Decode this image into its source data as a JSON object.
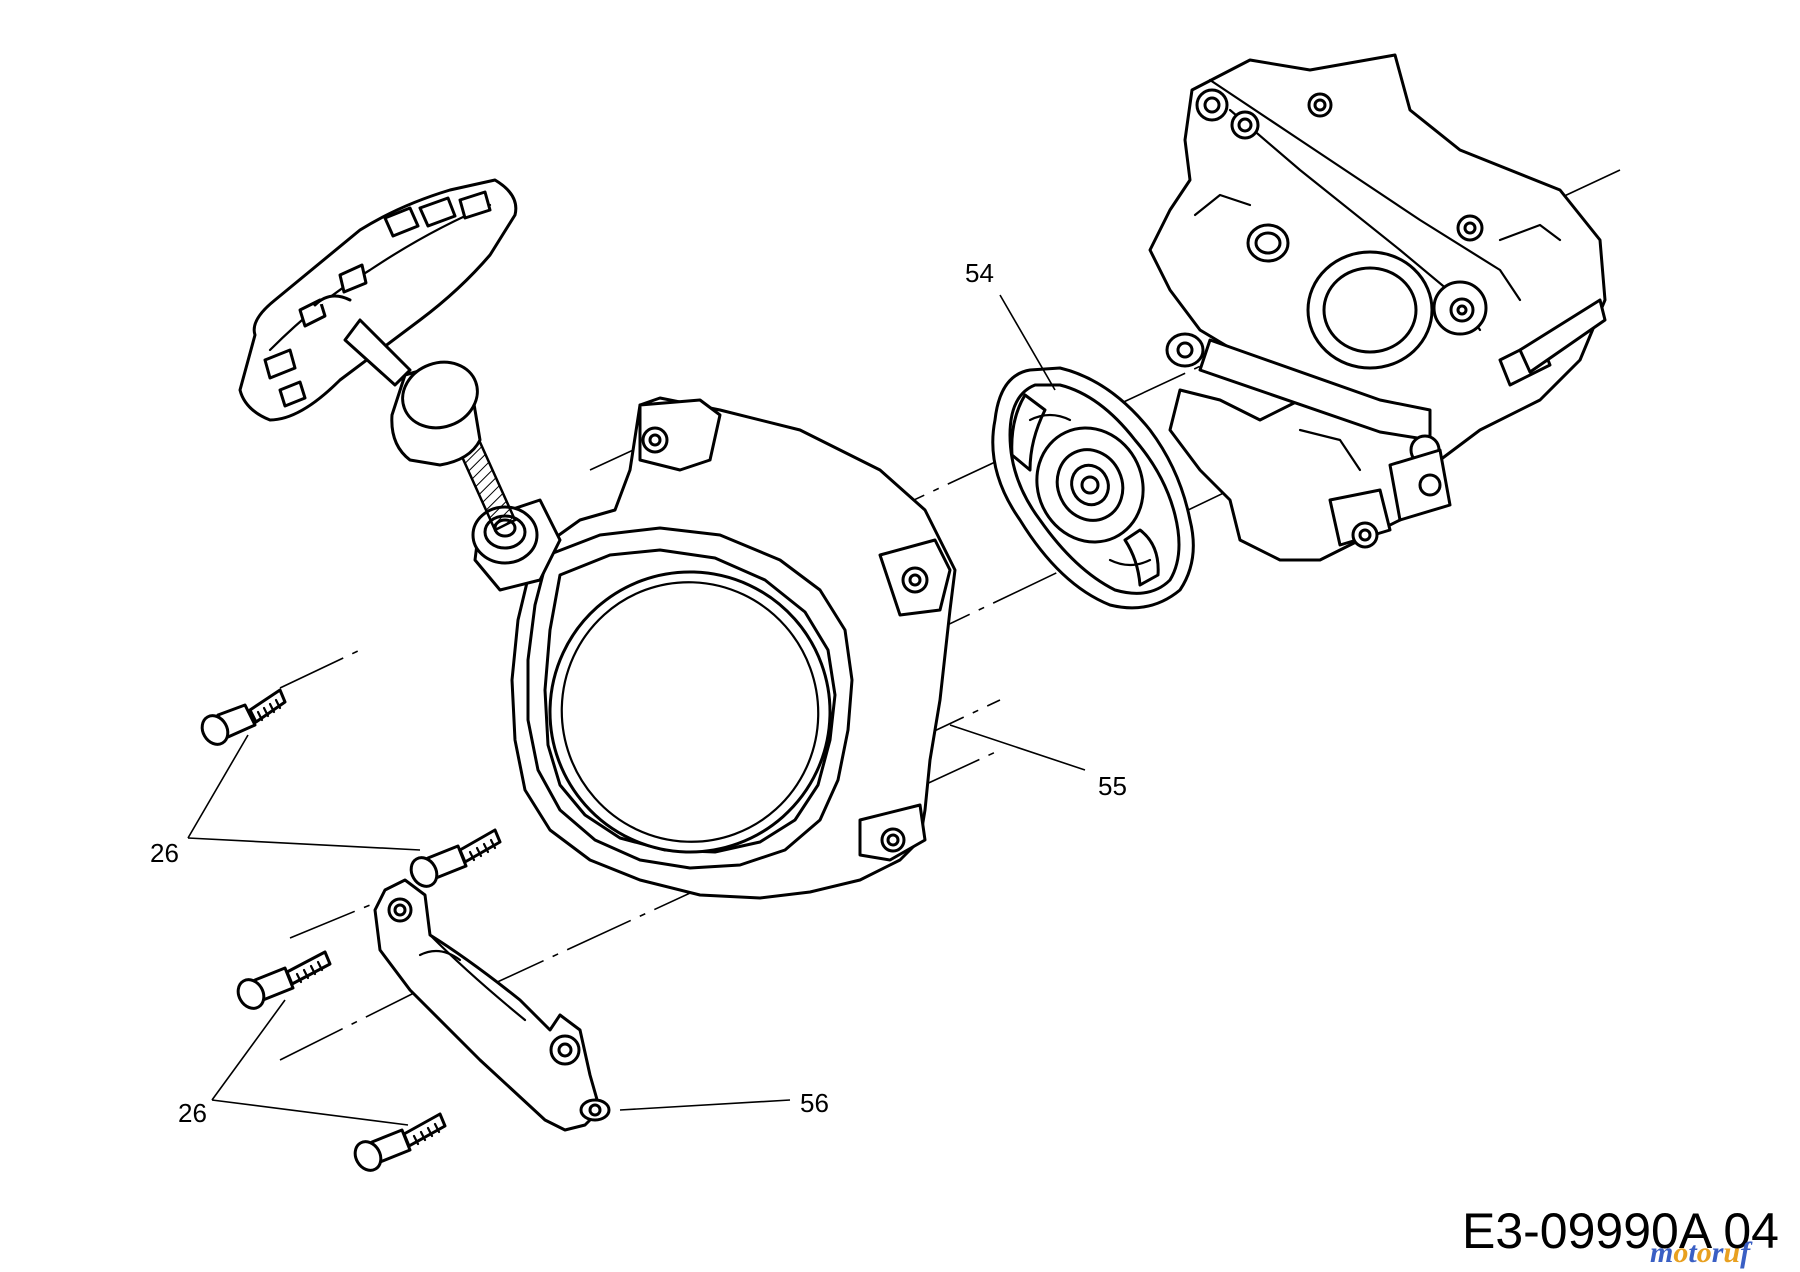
{
  "callouts": {
    "label_54": "54",
    "label_55": "55",
    "label_56": "56",
    "label_26_upper": "26",
    "label_26_lower": "26"
  },
  "footer": {
    "drawing_code": "E3-09990A 04"
  },
  "watermark": {
    "text": "motoruf",
    "colors": [
      "#3a5fc4",
      "#e8a020",
      "#3a5fc4",
      "#e8a020",
      "#3a5fc4",
      "#e8a020",
      "#3a5fc4"
    ]
  }
}
